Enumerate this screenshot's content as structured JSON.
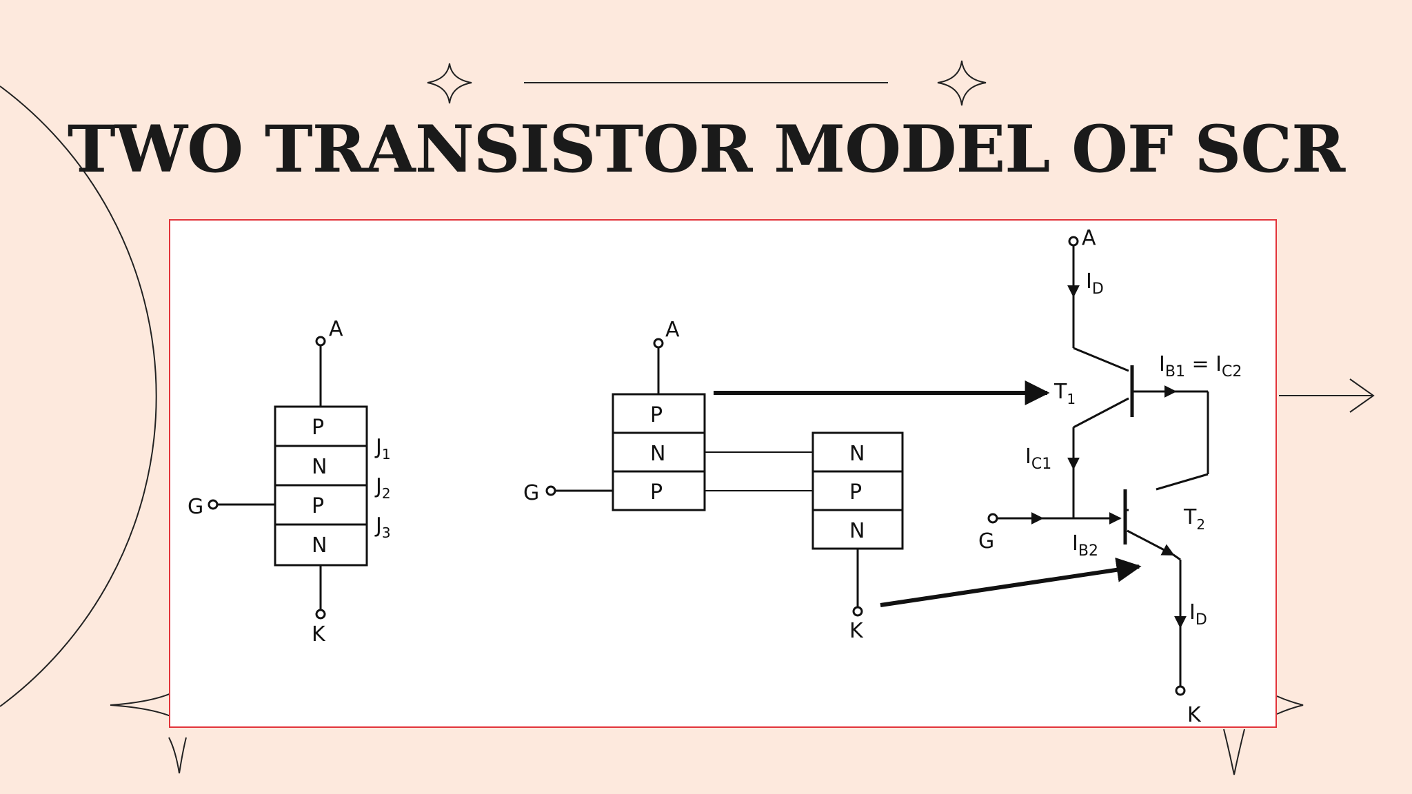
{
  "slide": {
    "title": "TWO TRANSISTOR MODEL OF SCR"
  },
  "colors": {
    "background": "#fde9dd",
    "frame": "#e2333a",
    "ink": "#111111"
  },
  "diagram": {
    "scr_symbol": {
      "anode": "A",
      "gate": "G",
      "cathode": "K",
      "layers": [
        "P",
        "N",
        "P",
        "N"
      ],
      "junctions": {
        "j1": "J",
        "j1_sub": "1",
        "j2": "J",
        "j2_sub": "2",
        "j3": "J",
        "j3_sub": "3"
      }
    },
    "split_model": {
      "anode": "A",
      "gate": "G",
      "cathode": "K",
      "left_layers": [
        "P",
        "N",
        "P"
      ],
      "right_layers": [
        "N",
        "P",
        "N"
      ]
    },
    "circuit": {
      "anode": "A",
      "gate": "G",
      "cathode": "K",
      "t1": "T",
      "t1_sub": "1",
      "t2": "T",
      "t2_sub": "2",
      "id_top": "I",
      "id_top_sub": "D",
      "id_bottom": "I",
      "id_bottom_sub": "D",
      "ib1": "I",
      "ib1_sub": "B1",
      "eq": " = ",
      "ic2": "I",
      "ic2_sub": "C2",
      "ic1": "I",
      "ic1_sub": "C1",
      "ib2": "I",
      "ib2_sub": "B2"
    }
  }
}
